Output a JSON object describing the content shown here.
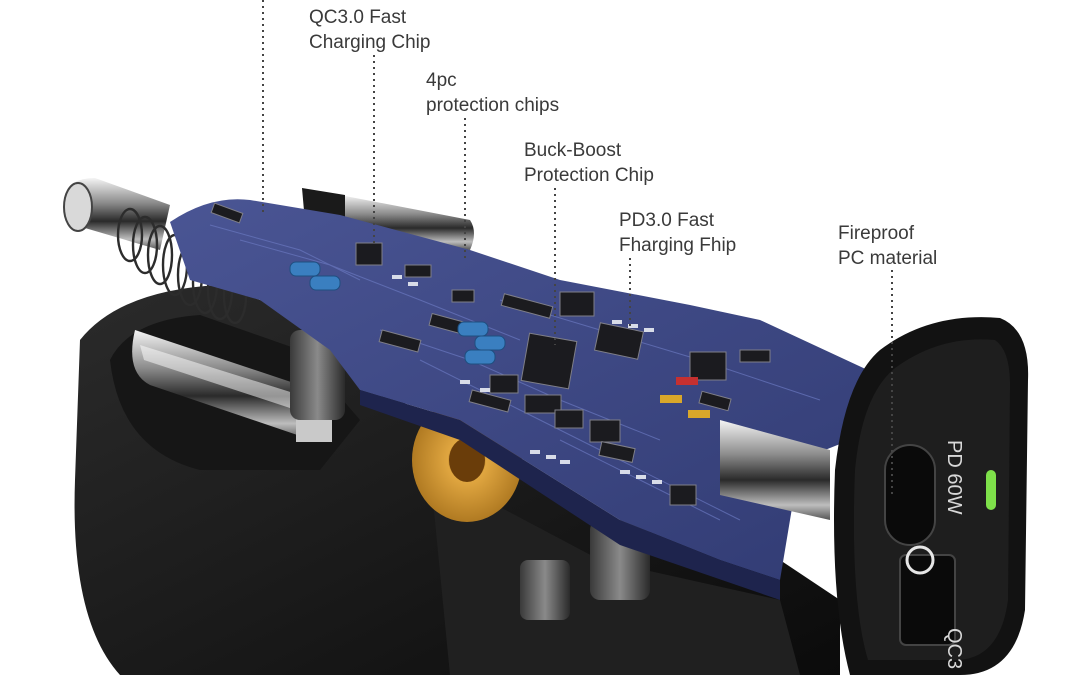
{
  "callouts": {
    "qc_chip": {
      "line1": "QC3.0 Fast",
      "line2": "Charging Chip"
    },
    "protection": {
      "line1": "4pc",
      "line2": "protection chips"
    },
    "buck_boost": {
      "line1": "Buck-Boost",
      "line2": "Protection Chip"
    },
    "pd_chip": {
      "line1": "PD3.0 Fast",
      "line2": "Fharging Fhip"
    },
    "fireproof": {
      "line1": "Fireproof",
      "line2": "PC material"
    }
  },
  "device": {
    "port_label_top": "PD 60W",
    "port_label_bottom": "QC3"
  },
  "colors": {
    "background": "#ffffff",
    "text": "#3a3a3a",
    "pcb": "#3e4a86",
    "housing": "#1a1a1a",
    "led": "#7ee04a"
  }
}
